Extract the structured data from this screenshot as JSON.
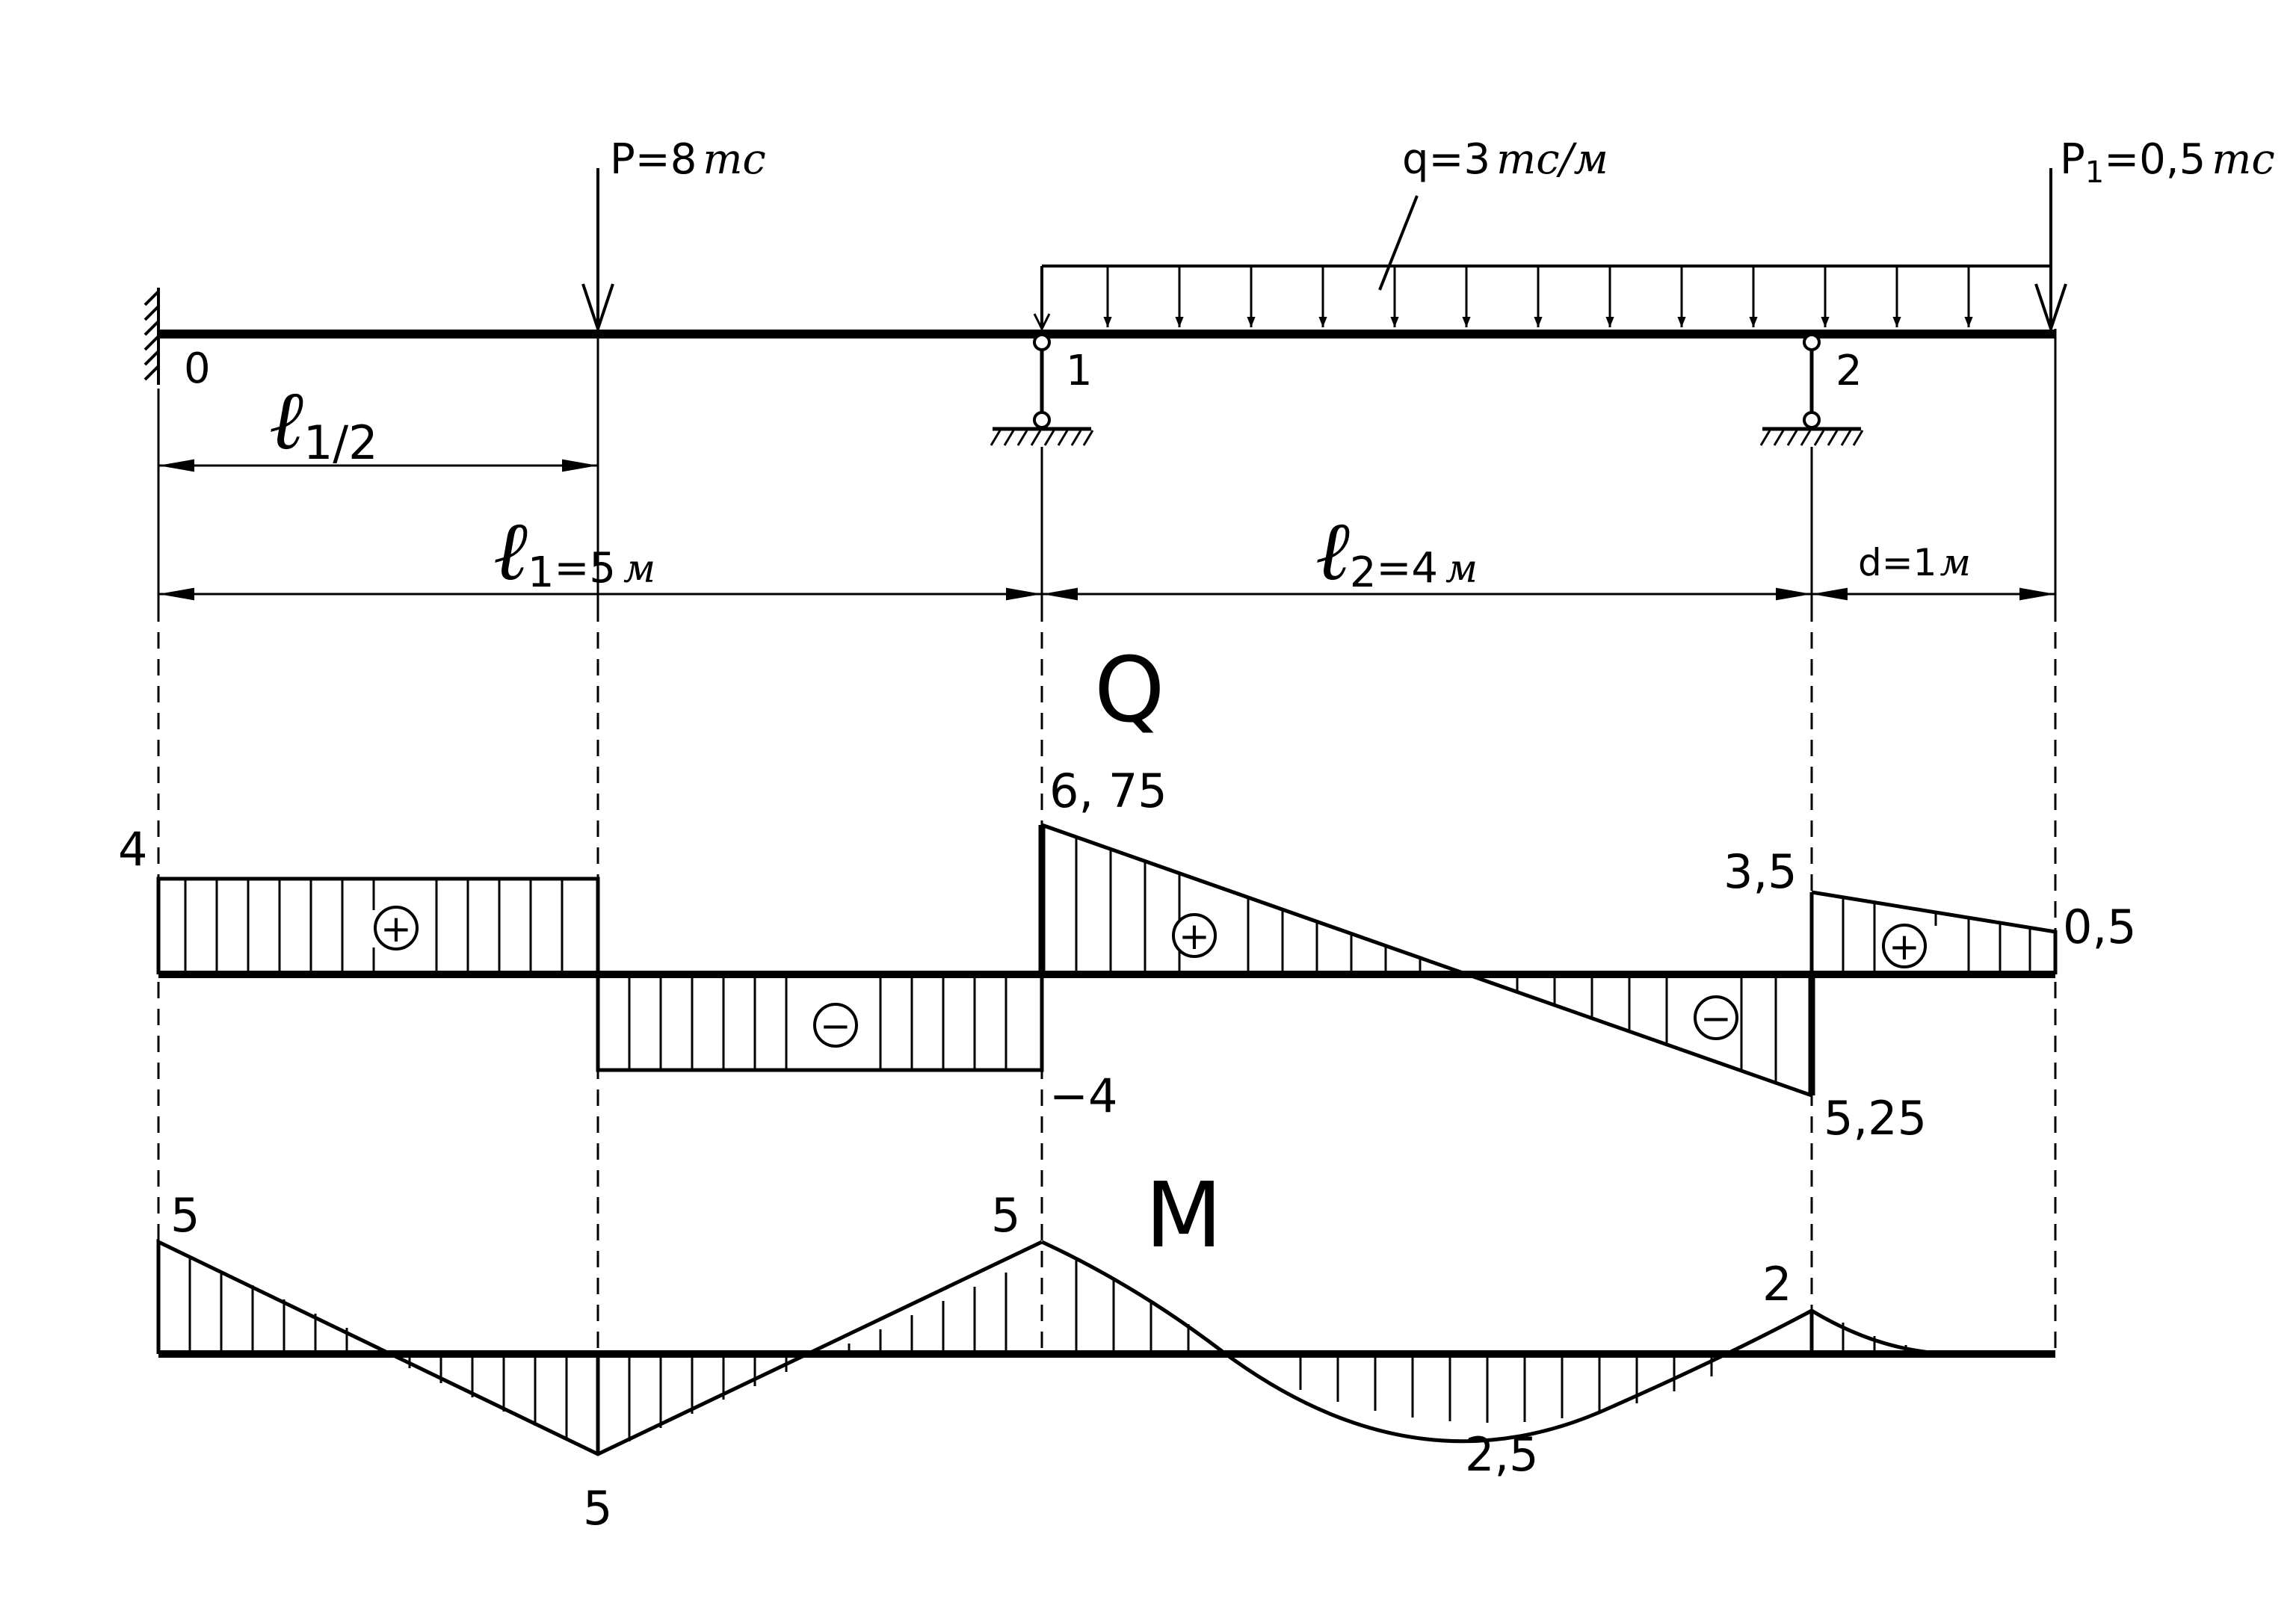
{
  "loads": {
    "P": {
      "label": "P=8",
      "unit": "тс"
    },
    "q": {
      "label": "q=3",
      "unit": "тс/м"
    },
    "P1": {
      "prefix": "P",
      "sub": "1",
      "label": "=0,5",
      "unit": "тс"
    }
  },
  "nodes": {
    "n0": "0",
    "n1": "1",
    "n2": "2"
  },
  "dims": {
    "half": {
      "letter": "ℓ",
      "sub": "1/2"
    },
    "l1": {
      "letter": "ℓ",
      "sub": "1",
      "value": "=5",
      "unit": "м"
    },
    "l2": {
      "letter": "ℓ",
      "sub": "2",
      "value": "=4",
      "unit": "м"
    },
    "d": {
      "value": "d=1",
      "unit": "м"
    }
  },
  "diagram_Q": {
    "title": "Q",
    "values": {
      "v4": "4",
      "v675": "6, 75",
      "v35": "3,5",
      "v05": "0,5",
      "vm4": "−4",
      "v525": "5,25"
    },
    "signs": {
      "plus": "+",
      "minus": "−"
    }
  },
  "diagram_M": {
    "title": "M",
    "values": {
      "a": "5",
      "b": "5",
      "c": "5",
      "d": "2",
      "e": "2,5"
    }
  },
  "colors": {
    "ink": "#000000",
    "background": "#ffffff"
  }
}
